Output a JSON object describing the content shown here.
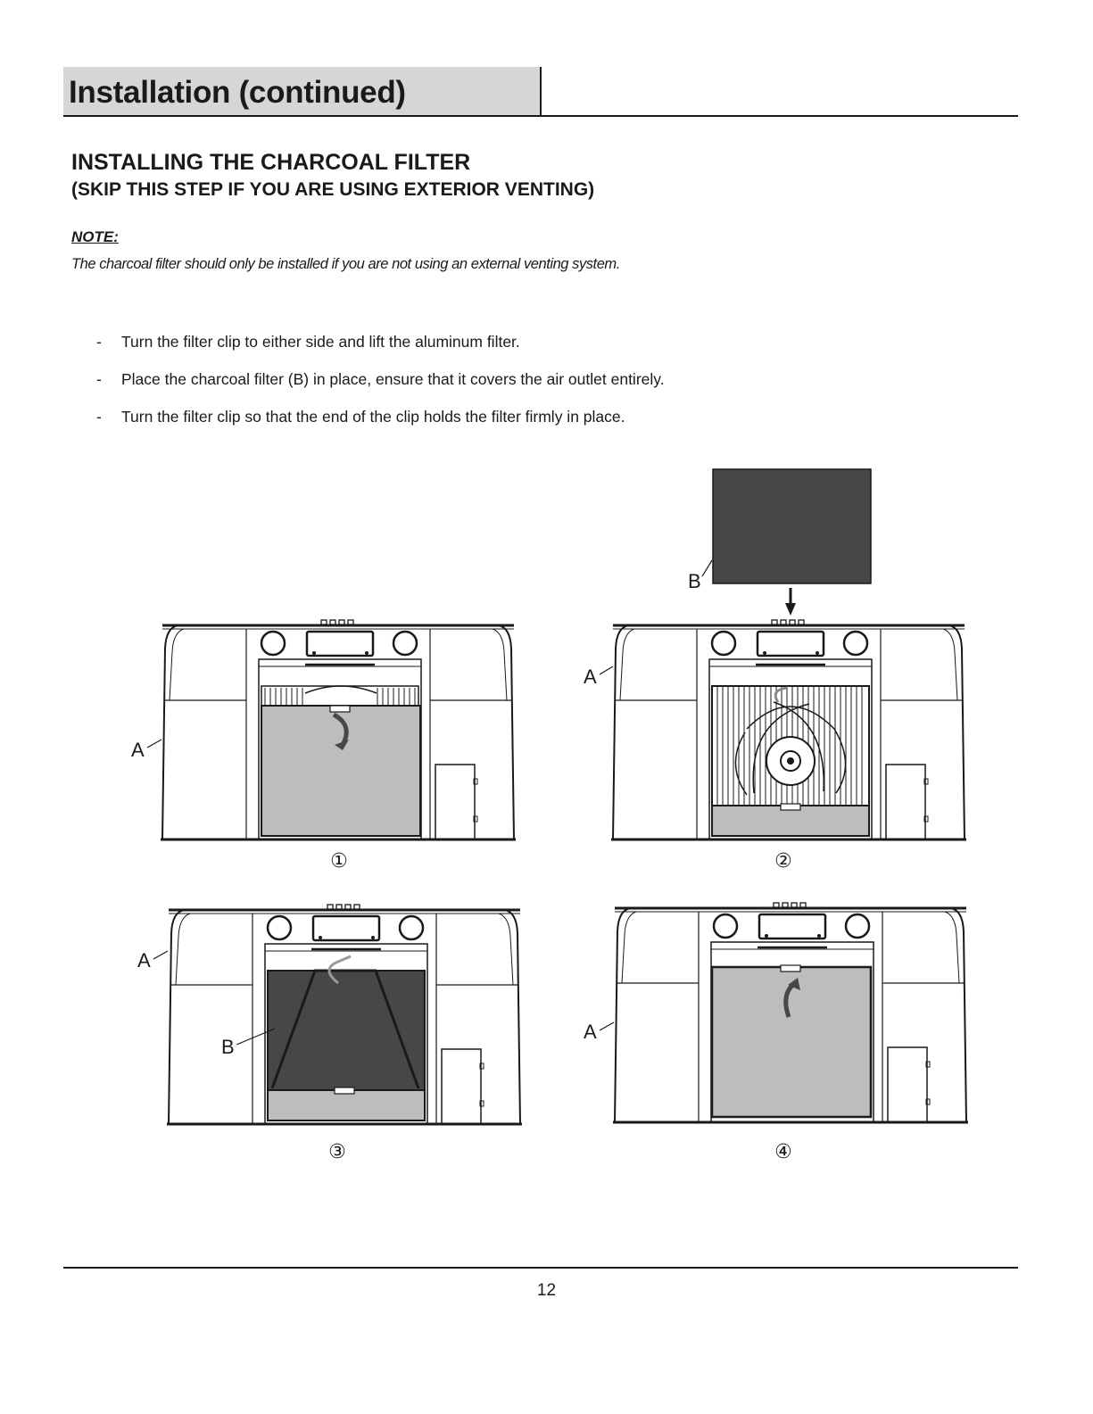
{
  "header": {
    "title": "Installation (continued)"
  },
  "section": {
    "title": "INSTALLING THE CHARCOAL FILTER",
    "subtitle": "(SKIP THIS STEP IF YOU ARE USING EXTERIOR VENTING)"
  },
  "note": {
    "label": "NOTE:",
    "text": "The charcoal filter should only be installed if you are not using an external venting system."
  },
  "steps": [
    {
      "bullet": "-",
      "text": "Turn the filter clip to either side and lift the aluminum filter."
    },
    {
      "bullet": "-",
      "text": "Place the charcoal filter (B) in place, ensure that it covers the air outlet entirely."
    },
    {
      "bullet": "-",
      "text": "Turn the filter clip so that the end of the clip holds the filter firmly in place."
    }
  ],
  "figures": {
    "fig1": {
      "number": "①",
      "label_a": "A"
    },
    "fig2": {
      "number": "②",
      "label_a": "A",
      "label_b": "B"
    },
    "fig3": {
      "number": "③",
      "label_a": "A",
      "label_b": "B"
    },
    "fig4": {
      "number": "④",
      "label_a": "A"
    }
  },
  "colors": {
    "charcoal_filter": "#474747",
    "aluminum_filter": "#bdbdbd",
    "header_fill": "#d6d6d6",
    "line": "#1a1a1a"
  },
  "footer": {
    "page_number": "12"
  }
}
